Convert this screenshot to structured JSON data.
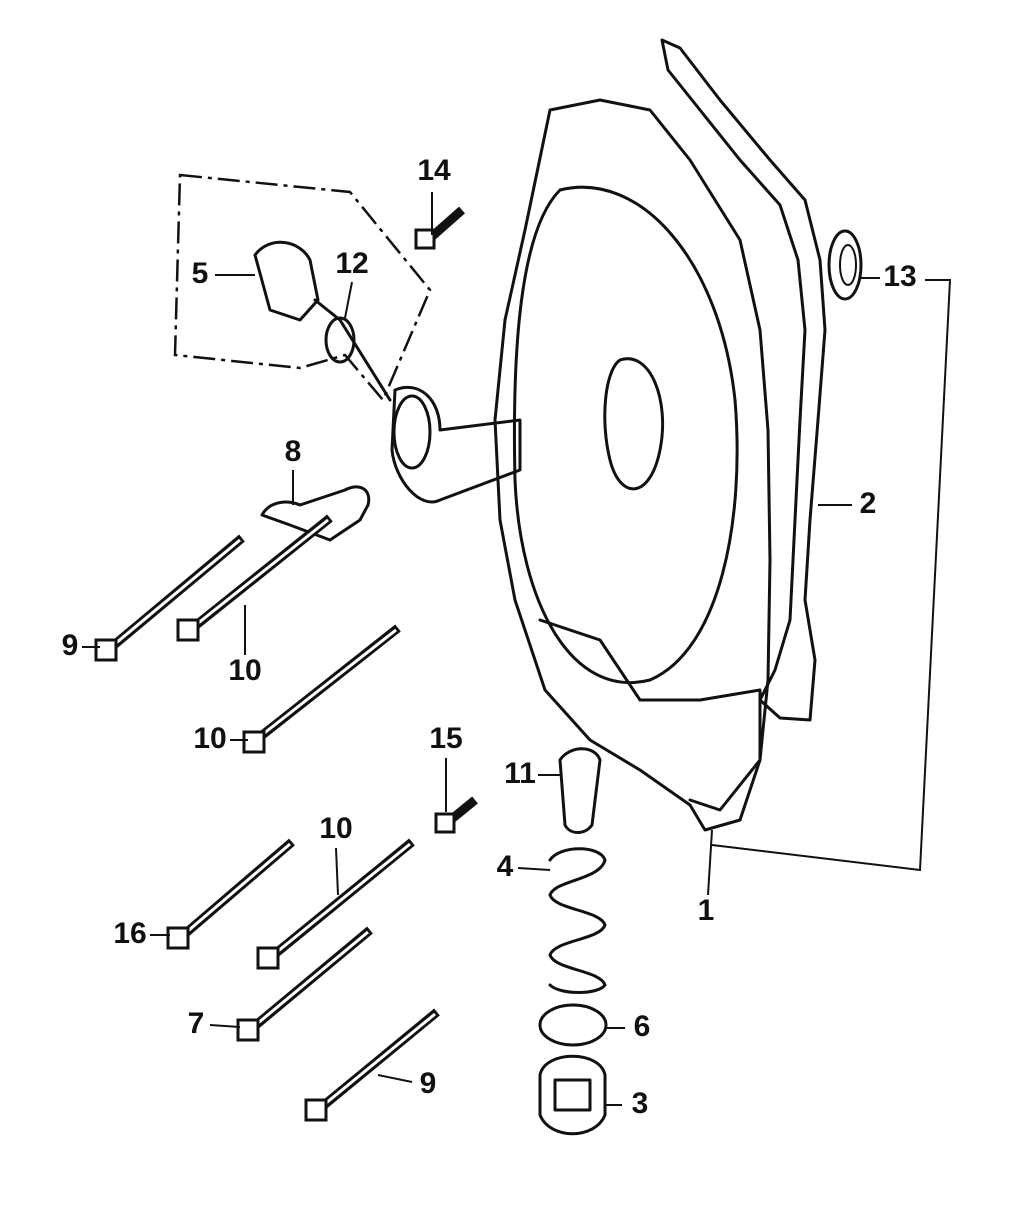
{
  "diagram": {
    "title": "Right crankcase cover exploded view",
    "labels": {
      "p1": "1",
      "p2": "2",
      "p3": "3",
      "p4": "4",
      "p5": "5",
      "p6": "6",
      "p7": "7",
      "p8": "8",
      "p9a": "9",
      "p9b": "9",
      "p10a": "10",
      "p10b": "10",
      "p10c": "10",
      "p11": "11",
      "p12": "12",
      "p13": "13",
      "p14": "14",
      "p15": "15",
      "p16": "16"
    }
  }
}
